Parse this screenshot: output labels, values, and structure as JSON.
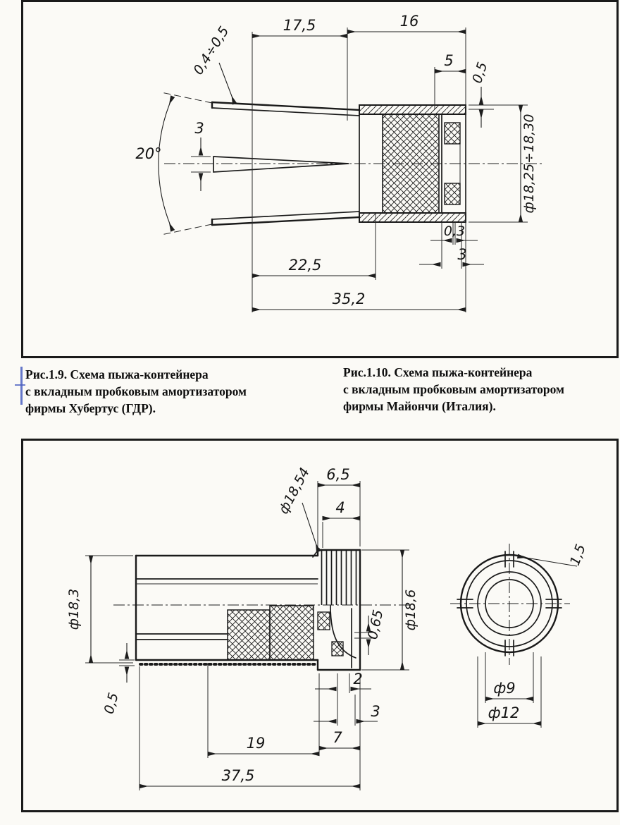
{
  "page": {
    "background": "#fbfaf6",
    "ink_color": "#1a1a1a",
    "pen_mark_color": "#4a5fc1"
  },
  "figure_top": {
    "description": "Side cross-section of wad-container with cork shock absorber (Hubertus)",
    "dims": {
      "d17_5": "17,5",
      "d16": "16",
      "d5": "5",
      "d0_5": "0,5",
      "d0_4_0_5": "0,4÷0,5",
      "d3_slit": "3",
      "angle20": "20°",
      "dia18_25": "ф18,25÷18,30",
      "d0_3": "0,3",
      "d3_obturator": "3",
      "d22_5": "22,5",
      "d35_2": "35,2"
    }
  },
  "captions": {
    "fig9": {
      "num": "Рис.1.9.",
      "line1": "Схема пыжа-контейнера",
      "line2": "с вкладным пробковым амортизатором",
      "line3": "фирмы Хубертус (ГДР)."
    },
    "fig10": {
      "num": "Рис.1.10.",
      "line1": "Схема пыжа-контейнера",
      "line2": "с вкладным пробковым амортизатором",
      "line3": "фирмы Майончи (Италия)."
    }
  },
  "figure_bottom": {
    "description": "Side half-section and end view of wad-container (Maionchi)",
    "dims": {
      "dia18_54": "ф18,54",
      "d6_5": "6,5",
      "d4": "4",
      "dia18_3": "ф18,3",
      "d0_5": "0,5",
      "d0_65": "0,65",
      "dia18_6": "ф18,6",
      "d2": "2",
      "d3": "3",
      "d7": "7",
      "d19": "19",
      "d37_5": "37,5",
      "d1_5": "1,5",
      "dia9": "ф9",
      "dia12": "ф12"
    }
  }
}
